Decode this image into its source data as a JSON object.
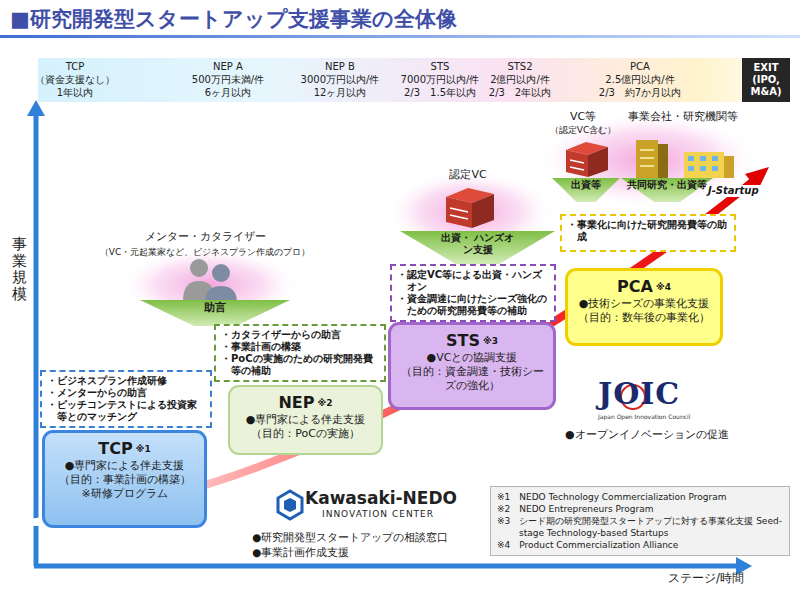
{
  "diagram": {
    "title": "■研究開発型スタートアップ支援事業の全体像",
    "nodes": [
      {
        "text": [
          "TCP",
          "（資金支援なし）",
          "1年以内",
          "NEP A",
          "500万円未満/件",
          "6ヶ月以内",
          "NEP B",
          "3000万円以内/件",
          "12ヶ月以内",
          "STS",
          "7000万円以内/件",
          "2/3　1.5年以内",
          "STS2",
          "2億円以内/件",
          "2/3　2年以内",
          "PCA",
          "2.5億円以内/件",
          "2/3　約7か月以内"
        ]
      },
      {
        "text": [
          "EXIT",
          "(IPO,",
          "M&A)"
        ],
        "in": 0
      },
      {
        "text": [
          "・ビジネスプラン作成研修",
          "・メンターからの助言",
          "・ピッチコンテストによる投資家等とのマッチング"
        ]
      },
      {
        "text": [
          "TCP",
          "※1",
          "●専門家による伴走支援",
          "（目的：事業計画の構築）",
          "※研修プログラム"
        ]
      },
      {
        "text": [
          "助言"
        ]
      },
      {
        "text": [
          "・カタライザーからの助言",
          "・事業計画の構築",
          "・PoCの実施のための研究開発費等の補助"
        ]
      },
      {
        "text": [
          "NEP",
          "※2",
          "●専門家による伴走支援",
          "（目的：PoCの実施）"
        ]
      },
      {
        "text": [
          "出資・ ハンズオン支援"
        ]
      },
      {
        "text": [
          "・認定VC等による出資・ハンズオン",
          "・資金調達に向けたシーズ強化のための研究開発費等の補助"
        ]
      },
      {
        "text": [
          "STS",
          "※3",
          "●VCとの協調支援",
          "（目的：資金調達・技術シーズの強化）"
        ]
      },
      {
        "text": [
          "出資等"
        ]
      },
      {
        "text": [
          "共同研究・出資等"
        ]
      },
      {
        "text": [
          "・事業化に向けた研究開発費等の助成"
        ]
      },
      {
        "text": [
          "PCA",
          "※4",
          "●技術シーズの事業化支援",
          "（目的：数年後の事業化）"
        ]
      },
      {
        "text": [
          "※1　NEDO Technology Commercialization Program",
          "※2　NEDO Entrepreneurs Program",
          "※3　シード期の研究開発型スタートアップに対する事業化支援 Seed-stage Technology-based Startups",
          "※4　Product Commercialization Alliance"
        ]
      }
    ],
    "labels": [
      "事業規模",
      "メンター・カタライザー",
      "（VC・元起業家など、ビジネスプラン作成のプロ）",
      "認定VC",
      "VC等",
      "（認定VC含む）",
      "事業会社・研究機関等",
      "J-Startup",
      "JOIC",
      "Japan Open Innovation Council",
      "●オープンイノベーションの促進",
      "Kawasaki-NEDO",
      "INNOVATION CENTER",
      "●研究開発型スタートアップの相談窓口",
      "●事業計画作成支援",
      "ステージ/時間"
    ]
  }
}
